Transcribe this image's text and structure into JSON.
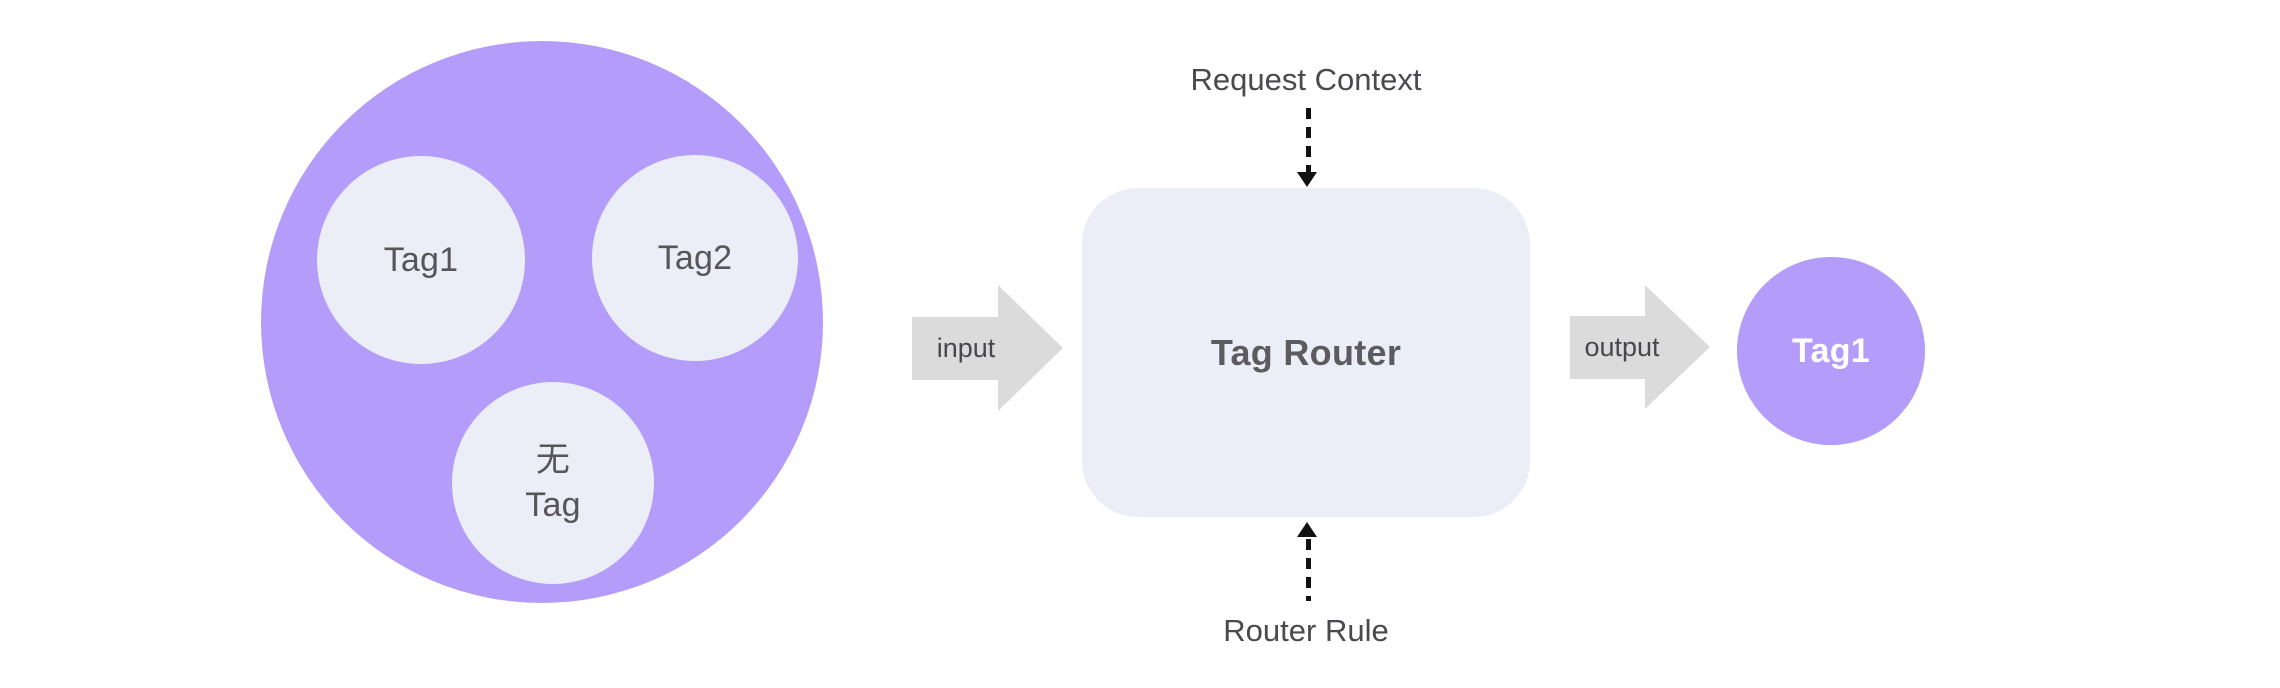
{
  "colors": {
    "cluster_purple": "#B49CFA",
    "node_fill": "#EBEEF6",
    "block_arrow_fill": "#DBDBDB",
    "annotation_text": "#4A4A4E",
    "node_text": "#55555A",
    "router_text": "#5C5C60",
    "output_node_text": "#FFFFFF",
    "connector": "#111111",
    "background": "#FFFFFF"
  },
  "cluster": {
    "nodes": [
      {
        "label": "Tag1"
      },
      {
        "label": "Tag2"
      },
      {
        "label": "无\nTag"
      }
    ]
  },
  "flow": {
    "input_label": "input",
    "output_label": "output"
  },
  "router": {
    "label": "Tag Router",
    "top_input": "Request Context",
    "bottom_input": "Router Rule"
  },
  "output_node": {
    "label": "Tag1"
  }
}
